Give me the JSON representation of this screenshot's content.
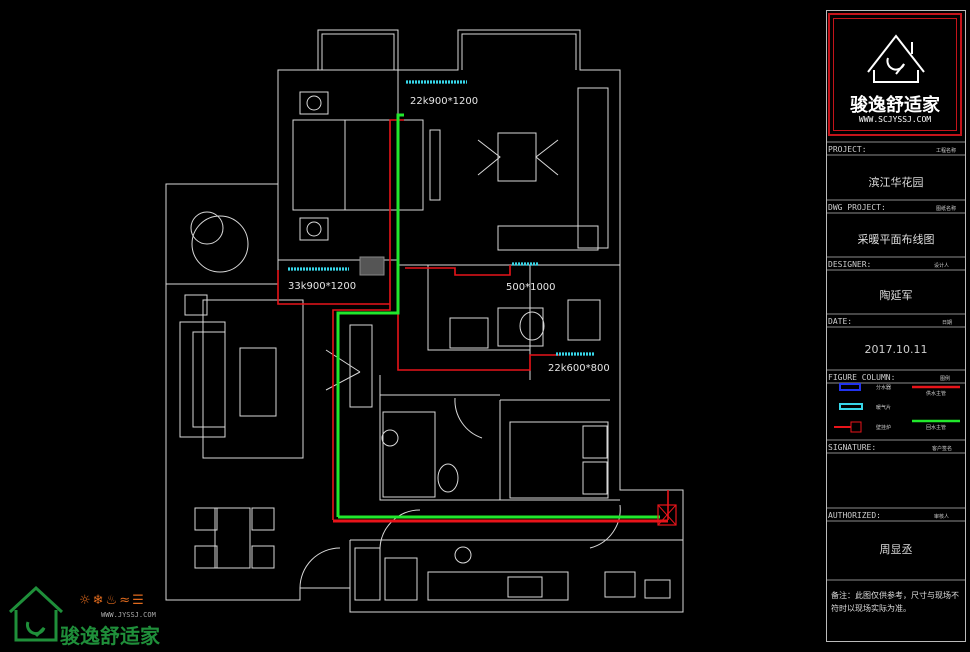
{
  "labels": {
    "rad_master": "22k900*1200",
    "rad_left": "33k900*1200",
    "rad_bath": "500*1000",
    "rad_second": "22k600*800"
  },
  "title_block": {
    "logo_text": "骏逸舒适家",
    "logo_url": "WWW.SCJYSSJ.COM",
    "project_label": "PROJECT:",
    "project_right": "工程名称",
    "project_value": "滨江华花园",
    "dwg_label": "DWG PROJECT:",
    "dwg_right": "图纸名称",
    "dwg_value": "采暖平面布线图",
    "designer_label": "DESIGNER:",
    "designer_right": "设计人",
    "designer_value": "陶延军",
    "date_label": "DATE:",
    "date_right": "日期",
    "date_value": "2017.10.11",
    "figure_label": "FIGURE COLUMN:",
    "figure_right": "图例",
    "legend_1": "分水器",
    "legend_2": "暖气片",
    "legend_3": "壁挂炉",
    "legend_4": "供水主管",
    "legend_5": "回水主管",
    "signature_label": "SIGNATURE:",
    "signature_right": "客户签名",
    "authorized_label": "AUTHORIZED:",
    "authorized_right": "审核人",
    "authorized_value": "周显丞",
    "note": "备注：此图仅供参考，尺寸与现场不符时以现场实际为准。"
  },
  "watermark": {
    "brand": "骏逸舒适家",
    "url": "WWW.JYSSJ.COM",
    "icons": "☼❄♨≈☰"
  },
  "colors": {
    "wall": "#d8d8d8",
    "red_pipe": "#e8141a",
    "green_pipe": "#21e82c",
    "radiator": "#37d6e8",
    "logo_red": "#c4141a",
    "brand_green": "#1f8f3a"
  }
}
